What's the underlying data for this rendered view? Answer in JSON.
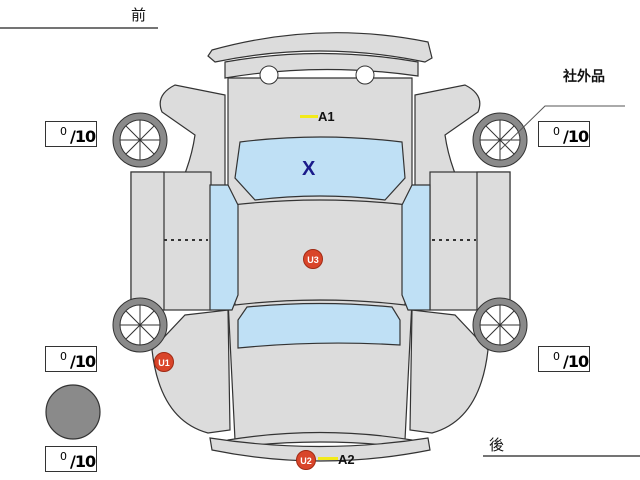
{
  "labels": {
    "front": "前",
    "rear": "後",
    "aftermarket": "社外品"
  },
  "tire_scores": [
    {
      "position": "front-left",
      "value": "0",
      "max": "10"
    },
    {
      "position": "front-right",
      "value": "0",
      "max": "10"
    },
    {
      "position": "rear-left",
      "value": "0",
      "max": "10"
    },
    {
      "position": "rear-right",
      "value": "0",
      "max": "10"
    },
    {
      "position": "spare",
      "value": "0",
      "max": "10"
    }
  ],
  "damage_markers": [
    {
      "code": "A1",
      "type": "scratch"
    },
    {
      "code": "X",
      "type": "replaced"
    },
    {
      "code": "U3",
      "type": "dent"
    },
    {
      "code": "U1",
      "type": "dent"
    },
    {
      "code": "U2",
      "type": "dent"
    },
    {
      "code": "A2",
      "type": "scratch"
    }
  ],
  "colors": {
    "body": "#dcdcdc",
    "glass": "#bfe0f5",
    "marker": "#d9452a",
    "scratch_line": "#f2ea1a",
    "x_mark": "#1a1a8a"
  }
}
